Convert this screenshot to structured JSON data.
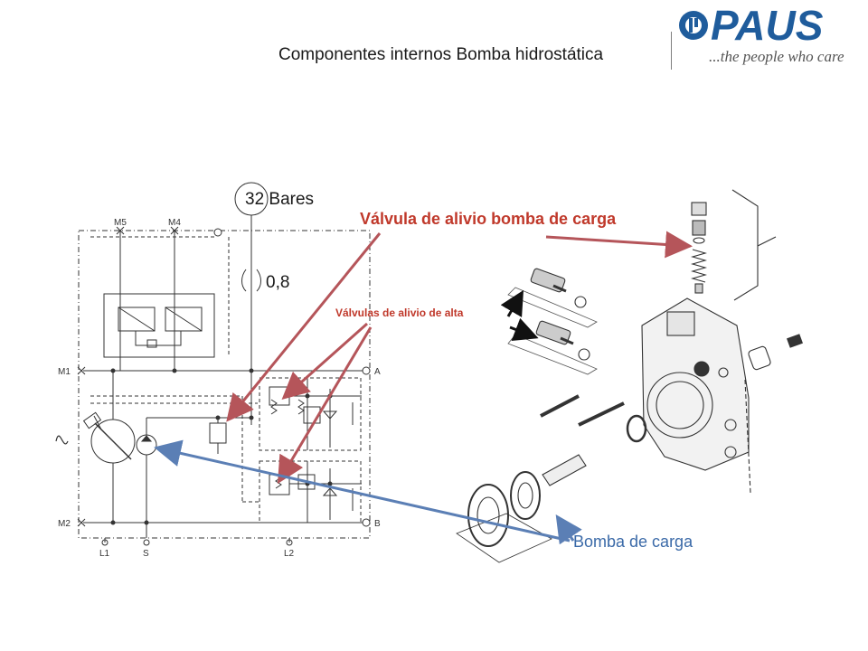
{
  "header": {
    "title": "Componentes internos Bomba hidrostática"
  },
  "logo": {
    "brand": "PAUS",
    "tagline": "...the people who care",
    "color": "#1f5c9c"
  },
  "schematic": {
    "port_labels": {
      "m5": "M5",
      "m4": "M4",
      "m1": "M1",
      "m2": "M2",
      "a": "A",
      "b": "B",
      "l1": "L1",
      "s": "S",
      "l2": "L2"
    },
    "pressure_gauge": "32 Bares",
    "orifice": "0,8"
  },
  "annotations": {
    "charge_relief_valve": "Válvula de alivio bomba de carga",
    "high_pressure_relief": "Válvulas de alivio de alta",
    "charge_pump": "Bomba de carga"
  },
  "colors": {
    "red_label": "#c0392b",
    "red_arrow": "#b5555a",
    "blue_label": "#3b6aa8",
    "blue_arrow": "#5b7fb5"
  }
}
